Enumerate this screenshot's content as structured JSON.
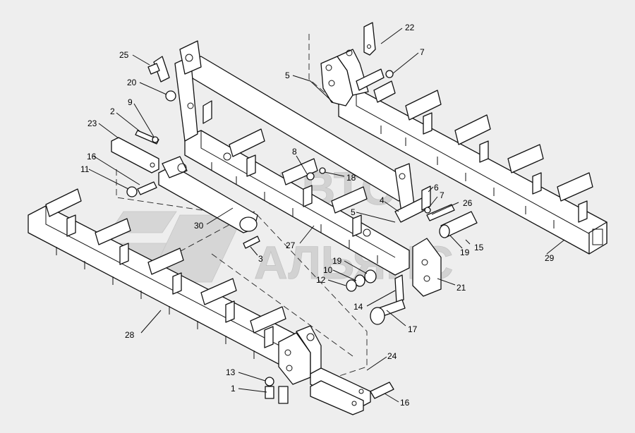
{
  "watermark": {
    "line1": "АВТО",
    "line2": "АЛЬЯНС"
  },
  "callouts": [
    {
      "id": "c22",
      "text": "22"
    },
    {
      "id": "c7a",
      "text": "7"
    },
    {
      "id": "c5a",
      "text": "5"
    },
    {
      "id": "c25",
      "text": "25"
    },
    {
      "id": "c20",
      "text": "20"
    },
    {
      "id": "c9",
      "text": "9"
    },
    {
      "id": "c2",
      "text": "2"
    },
    {
      "id": "c23",
      "text": "23"
    },
    {
      "id": "c8",
      "text": "8"
    },
    {
      "id": "c18",
      "text": "18"
    },
    {
      "id": "c16a",
      "text": "16"
    },
    {
      "id": "c11",
      "text": "11"
    },
    {
      "id": "c6",
      "text": "6"
    },
    {
      "id": "c7b",
      "text": "7"
    },
    {
      "id": "c26",
      "text": "26"
    },
    {
      "id": "c4",
      "text": "4"
    },
    {
      "id": "c5b",
      "text": "5"
    },
    {
      "id": "c30",
      "text": "30"
    },
    {
      "id": "c27",
      "text": "27"
    },
    {
      "id": "c3",
      "text": "3"
    },
    {
      "id": "c19a",
      "text": "19"
    },
    {
      "id": "c15",
      "text": "15"
    },
    {
      "id": "c29",
      "text": "29"
    },
    {
      "id": "c19b",
      "text": "19"
    },
    {
      "id": "c10",
      "text": "10"
    },
    {
      "id": "c12",
      "text": "12"
    },
    {
      "id": "c21",
      "text": "21"
    },
    {
      "id": "c14",
      "text": "14"
    },
    {
      "id": "c17",
      "text": "17"
    },
    {
      "id": "c28",
      "text": "28"
    },
    {
      "id": "c24",
      "text": "24"
    },
    {
      "id": "c13",
      "text": "13"
    },
    {
      "id": "c1",
      "text": "1"
    },
    {
      "id": "c16b",
      "text": "16"
    }
  ]
}
